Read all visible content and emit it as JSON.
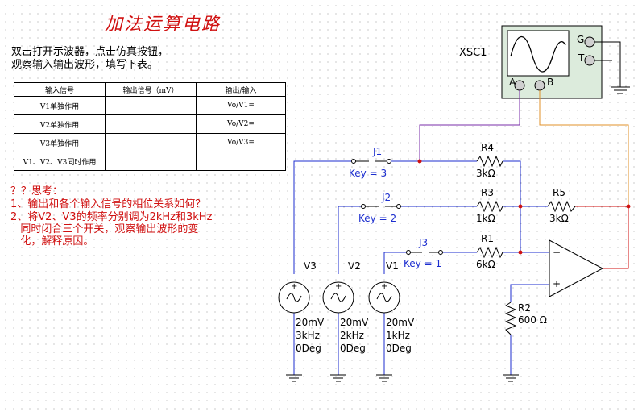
{
  "title": "加法运算电路",
  "instructions": [
    "双击打开示波器，点击仿真按钮，",
    "观察输入输出波形，填写下表。"
  ],
  "table": {
    "headers": [
      "输入信号",
      "输出信号（mV）",
      "输出/输入"
    ],
    "rows": [
      [
        "V1单独作用",
        "",
        "Vo/V1="
      ],
      [
        "V2单独作用",
        "",
        "Vo/V2="
      ],
      [
        "V3单独作用",
        "",
        "Vo/V3="
      ],
      [
        "V1、V2、V3同时作用",
        "",
        ""
      ]
    ]
  },
  "questions": [
    "？？思考：",
    "1、输出和各个输入信号的相位关系如何？",
    "2、将V2、V3的频率分别调为2kHz和3kHz",
    "   同时闭合三个开关，观察输出波形的变",
    "   化，解释原因。"
  ],
  "oscilloscope": {
    "name": "XSC1",
    "pins": [
      "A",
      "B",
      "G",
      "T"
    ]
  },
  "switches": [
    {
      "name": "J1",
      "key": "Key = 3"
    },
    {
      "name": "J2",
      "key": "Key = 2"
    },
    {
      "name": "J3",
      "key": "Key = 1"
    }
  ],
  "resistors": [
    {
      "name": "R4",
      "value": "3kΩ"
    },
    {
      "name": "R3",
      "value": "1kΩ"
    },
    {
      "name": "R1",
      "value": "6kΩ"
    },
    {
      "name": "R5",
      "value": "3kΩ"
    },
    {
      "name": "R2",
      "value": "600 Ω"
    }
  ],
  "sources": [
    {
      "name": "V3",
      "amplitude": "20mV",
      "frequency": "3kHz",
      "phase": "0Deg"
    },
    {
      "name": "V2",
      "amplitude": "20mV",
      "frequency": "2kHz",
      "phase": "0Deg"
    },
    {
      "name": "V1",
      "amplitude": "20mV",
      "frequency": "1kHz",
      "phase": "0Deg"
    }
  ],
  "opamp_pins": [
    "−",
    "+"
  ],
  "colors": {
    "title": "#d01010",
    "wire": "#1c2ecf",
    "probe_a": "#7a2ca8",
    "probe_b": "#e0902a",
    "output": "#d01010",
    "scope_bg": "#dcebdc"
  }
}
